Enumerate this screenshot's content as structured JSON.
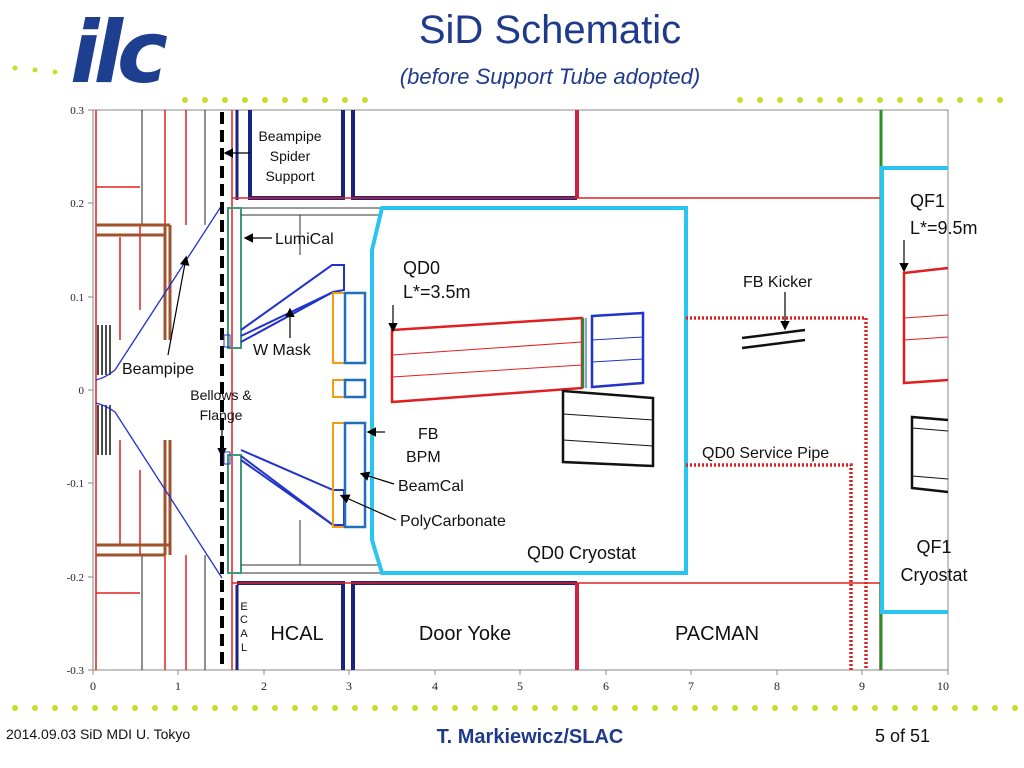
{
  "slide": {
    "title": "SiD Schematic",
    "subtitle": "(before Support Tube adopted)",
    "logo_text": "ilc",
    "footer_left": "2014.09.03 SiD MDI U. Tokyo",
    "footer_center": "T. Markiewicz/SLAC",
    "footer_right": "5 of 51"
  },
  "axes": {
    "x_ticks": [
      "0",
      "1",
      "2",
      "3",
      "4",
      "5",
      "6",
      "7",
      "8",
      "9",
      "10"
    ],
    "y_ticks": [
      "0.3",
      "0.2",
      "0.1",
      "0",
      "-0.1",
      "-0.2",
      "-0.3"
    ]
  },
  "labels": {
    "beampipe_spider": [
      "Beampipe",
      "Spider",
      "Support"
    ],
    "lumical": "LumiCal",
    "w_mask": "W Mask",
    "beampipe": "Beampipe",
    "bellows": [
      "Bellows &",
      "Flange"
    ],
    "qd0": [
      "QD0",
      "L*=3.5m"
    ],
    "fb_kicker": "FB Kicker",
    "qf1": [
      "QF1",
      "L*=9.5m"
    ],
    "fb_bpm": [
      "FB",
      "BPM"
    ],
    "beamcal": "BeamCal",
    "polycarbonate": "PolyCarbonate",
    "qd0_service_pipe": "QD0 Service Pipe",
    "qd0_cryostat": "QD0 Cryostat",
    "qf1_cryostat": [
      "QF1",
      "Cryostat"
    ],
    "ecal": [
      "E",
      "C",
      "A",
      "L"
    ],
    "hcal": "HCAL",
    "door_yoke": "Door Yoke",
    "pacman": "PACMAN"
  },
  "colors": {
    "title_blue": "#1f3a8a",
    "dot_green": "#c8dc2a",
    "navy": "#1a237e",
    "red": "#e02020",
    "cyan": "#29c5f0",
    "green": "#2e8b2e",
    "brown": "#a0522d",
    "orange": "#f39c12",
    "teal": "#3a9a7a",
    "blue": "#2233cc"
  }
}
